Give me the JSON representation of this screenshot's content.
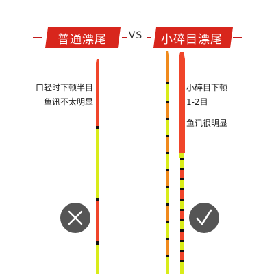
{
  "header": {
    "left_title": "普通漂尾",
    "vs": "VS",
    "right_title": "小碎目漂尾"
  },
  "left": {
    "line1": "口轻时下顿半目",
    "line2": "鱼讯不太明显",
    "verdict_icon": "cross-icon"
  },
  "right": {
    "line1": "小碎目下顿",
    "line2": "1-2目",
    "line3": "鱼讯很明显",
    "verdict_icon": "check-icon"
  },
  "colors": {
    "accent_red": "#d8261c",
    "dash_red": "#c21d1d",
    "float_red": "#f0452a",
    "float_orange": "#f08a1c",
    "float_yellow": "#d9ec1a",
    "band_black": "#111111",
    "badge_gray": "#555555"
  }
}
